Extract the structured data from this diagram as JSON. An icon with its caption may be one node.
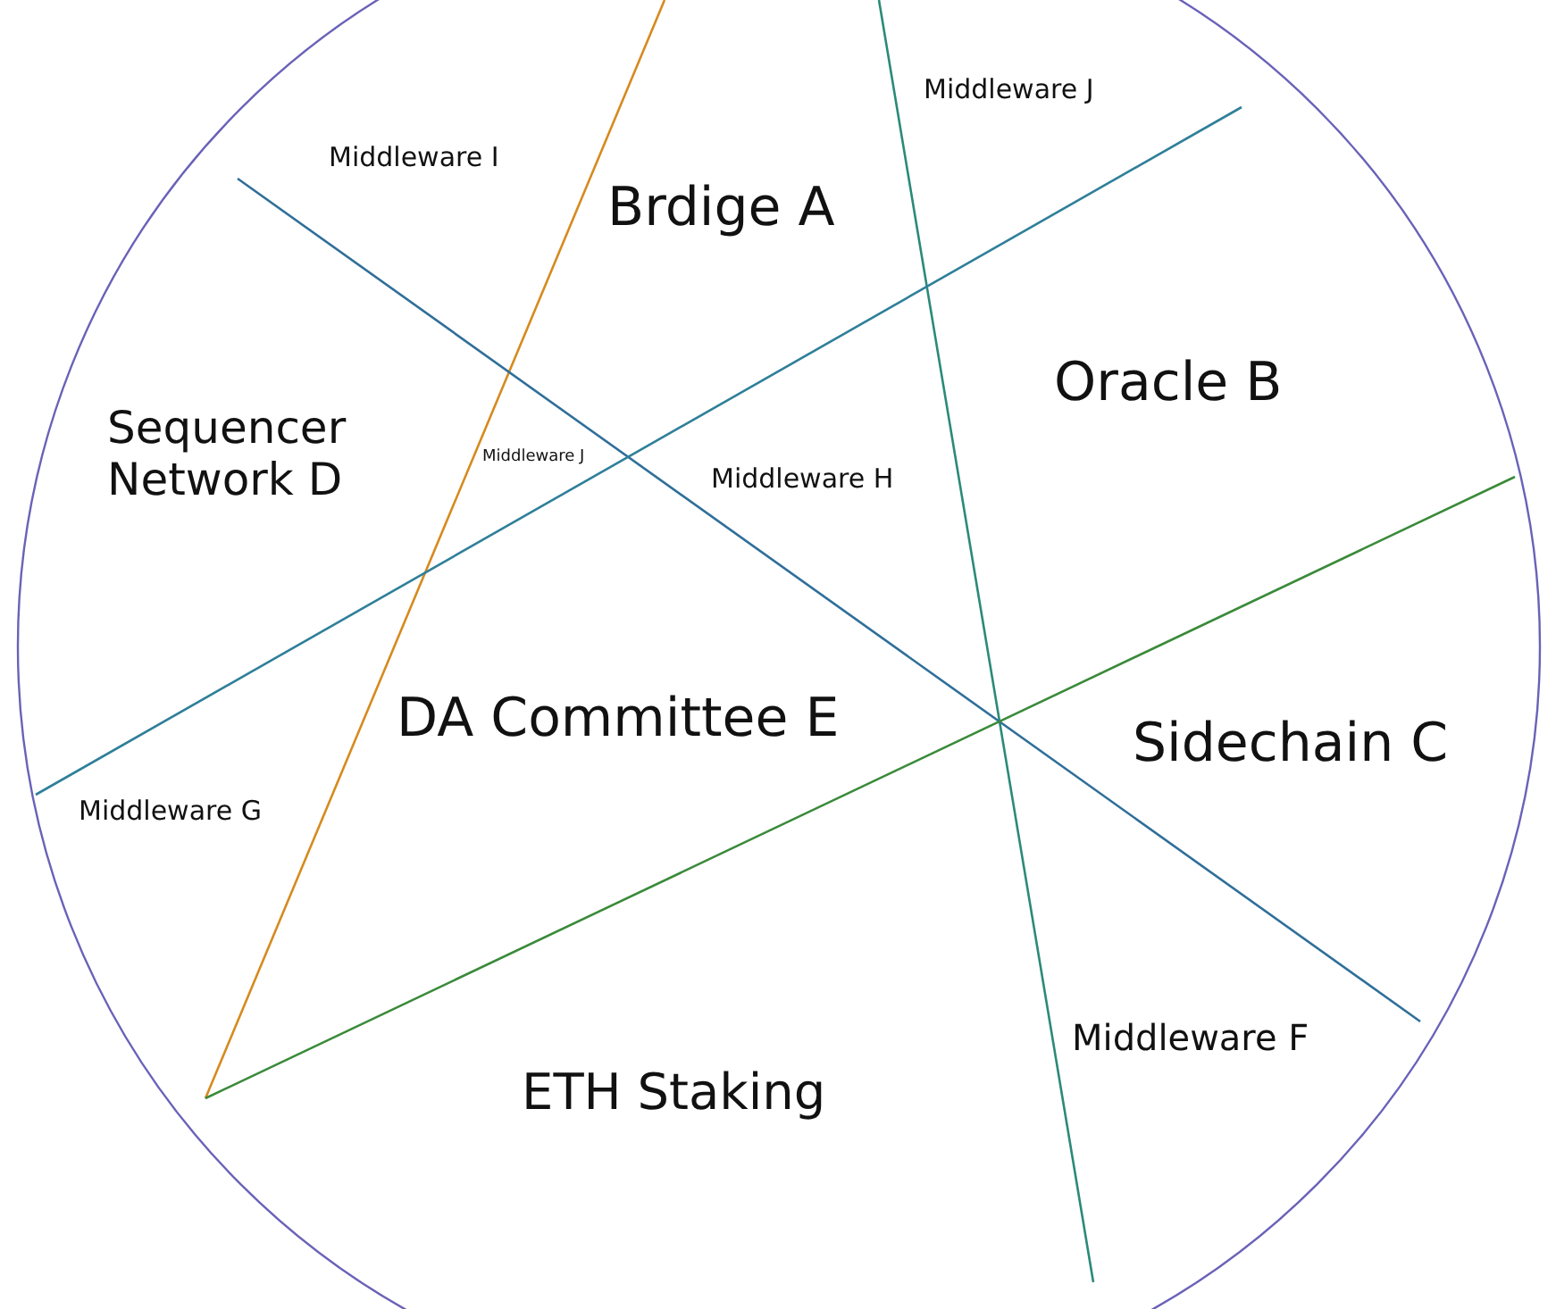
{
  "diagram": {
    "labels": [
      "Middleware J",
      "Middleware I",
      "Brdige A",
      "Oracle B",
      "Sequencer Network D",
      "Middleware J",
      "Middleware H",
      "DA Committee E",
      "Sidechain C",
      "Middleware G",
      "Middleware F",
      "ETH Staking"
    ]
  }
}
